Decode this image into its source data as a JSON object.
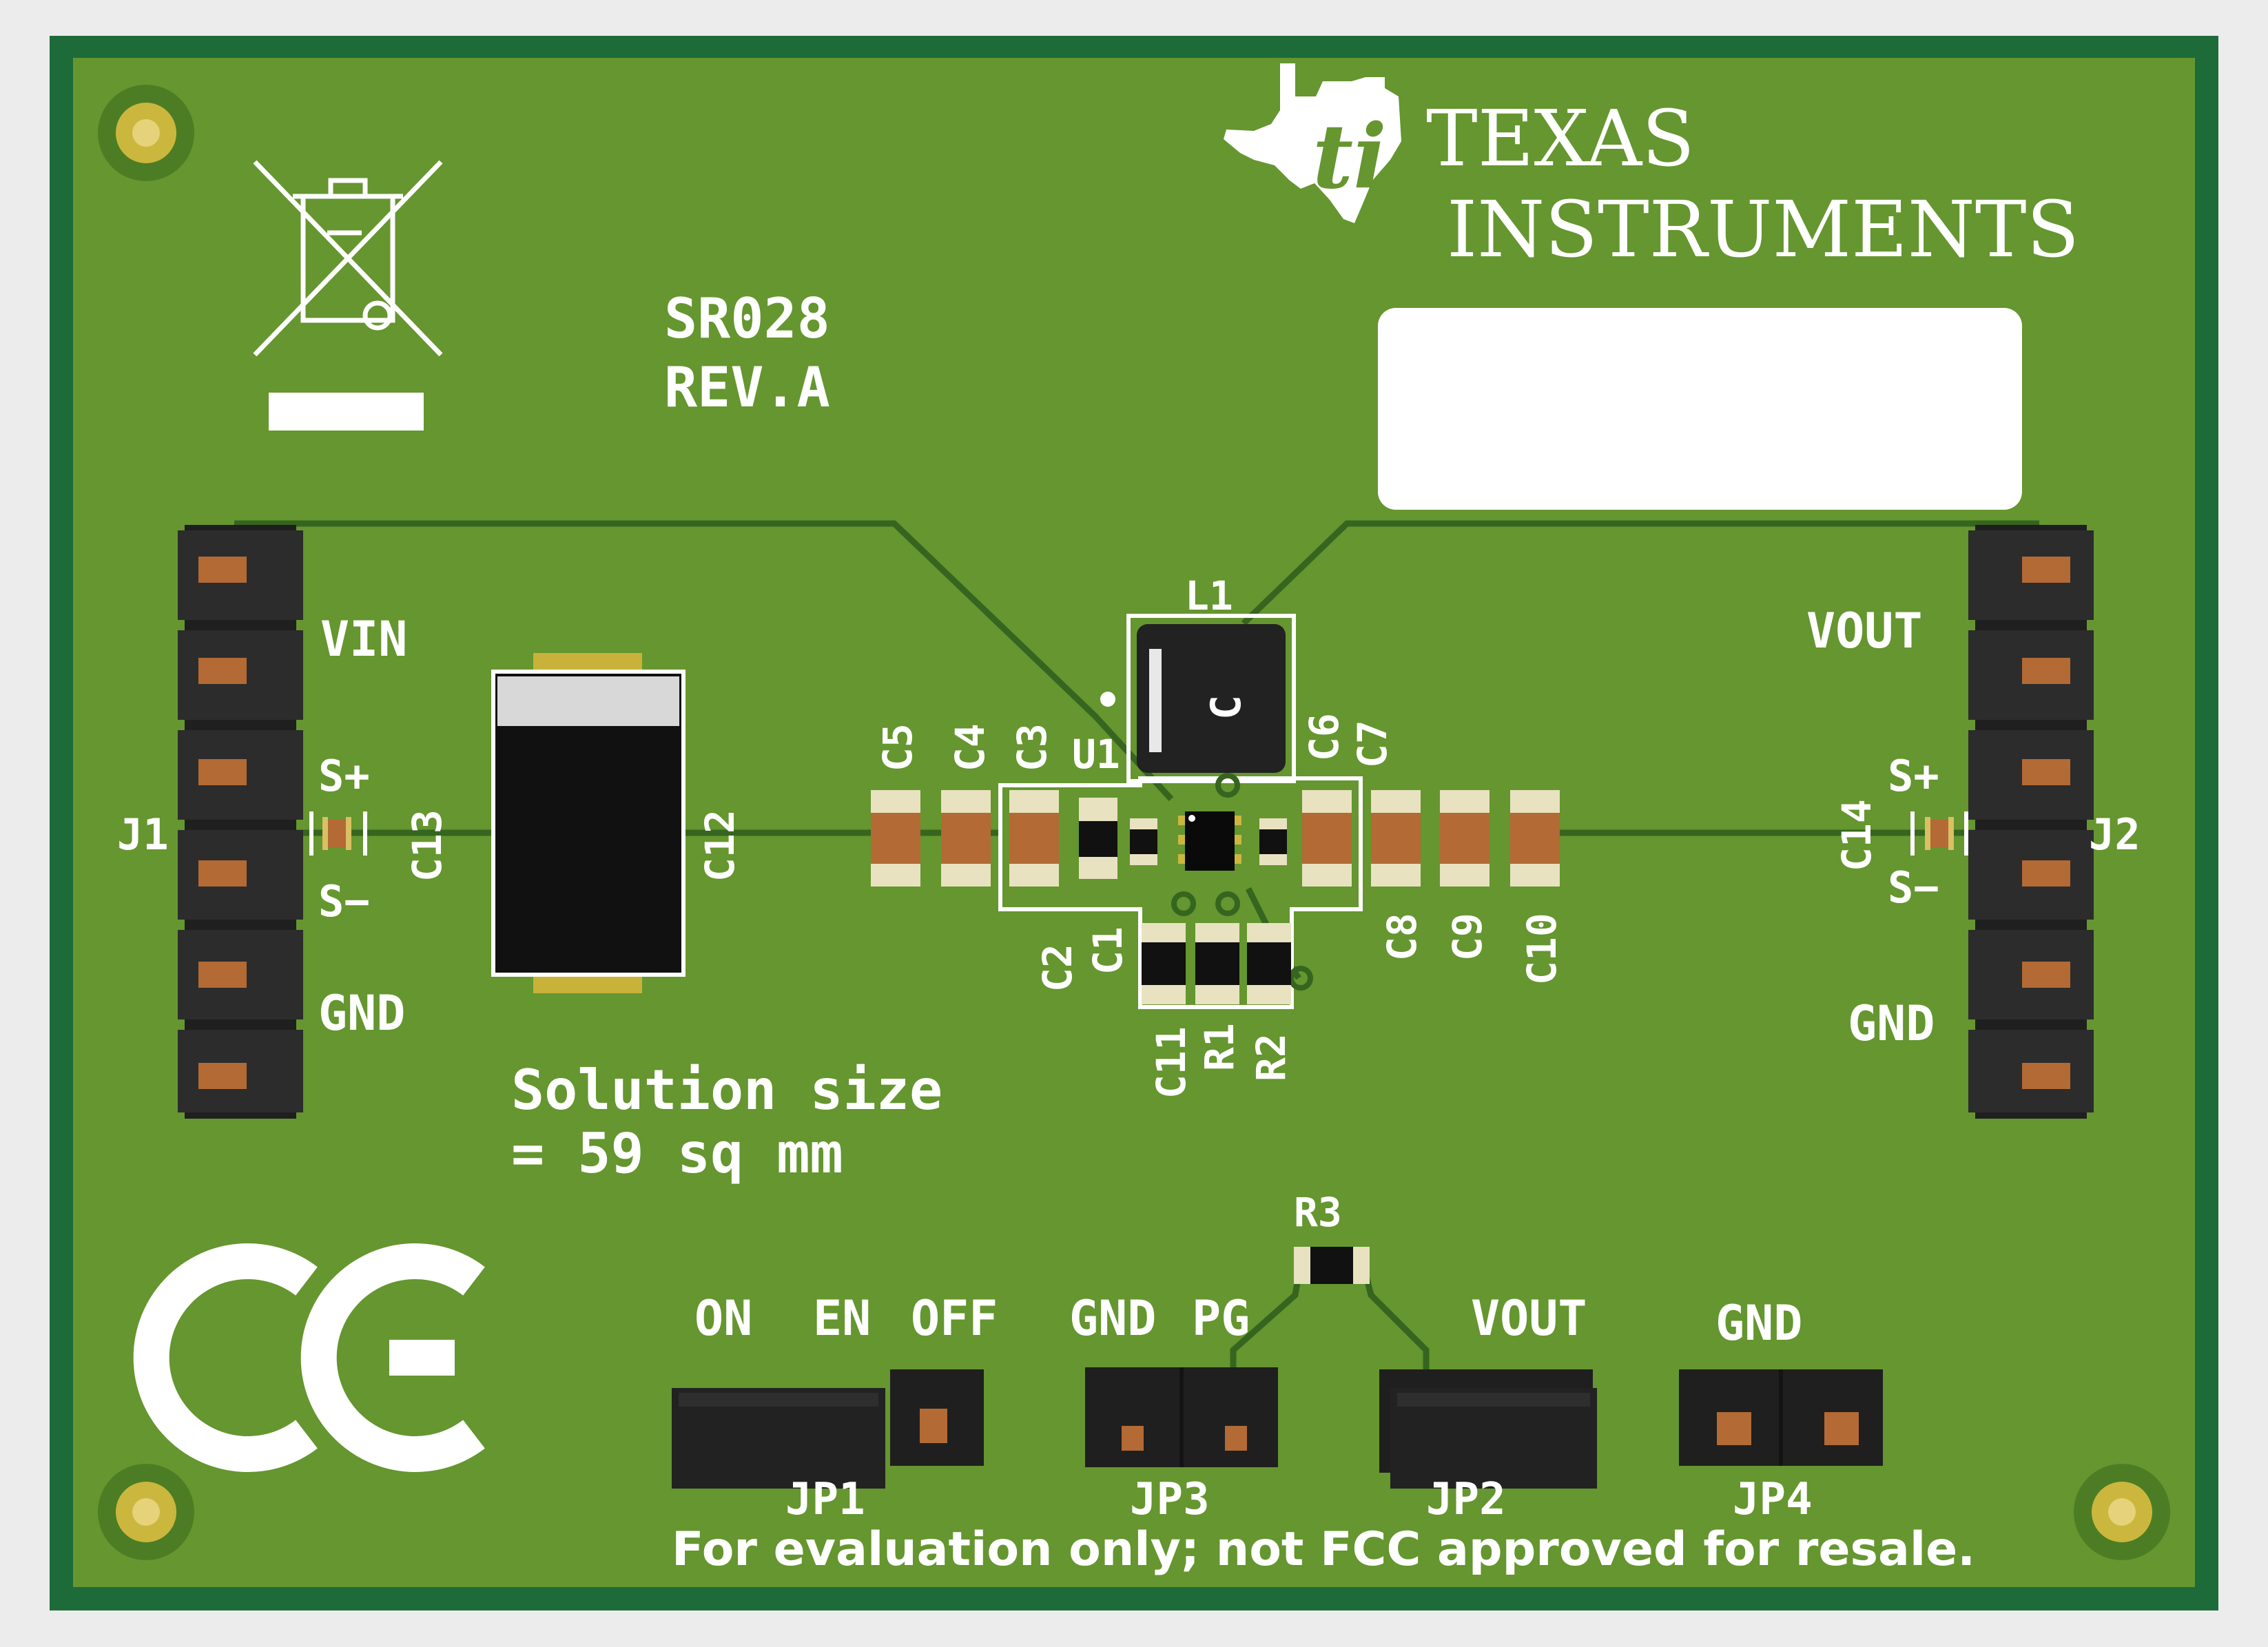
{
  "logo": {
    "line1": "TEXAS",
    "line2": "INSTRUMENTS"
  },
  "board": {
    "id": "SR028",
    "revision": "REV.A"
  },
  "solution_size": {
    "line1": "Solution size",
    "line2": "= 59 sq mm"
  },
  "disclaimer": "For evaluation only; not FCC approved for resale.",
  "connectors": {
    "j1": {
      "ref": "J1",
      "labels": [
        "VIN",
        "S+",
        "S−",
        "GND"
      ]
    },
    "j2": {
      "ref": "J2",
      "labels": [
        "VOUT",
        "S+",
        "S−",
        "GND"
      ]
    }
  },
  "components": {
    "L1": "L1",
    "L1_mark": "C",
    "U1": "U1",
    "C1": "C1",
    "C2": "C2",
    "C3": "C3",
    "C4": "C4",
    "C5": "C5",
    "C6": "C6",
    "C7": "C7",
    "C8": "C8",
    "C9": "C9",
    "C10": "C10",
    "C11": "C11",
    "C12": "C12",
    "C13": "C13",
    "C14": "C14",
    "R1": "R1",
    "R2": "R2",
    "R3": "R3"
  },
  "jumpers": {
    "jp1": {
      "ref": "JP1",
      "labels": [
        "ON",
        "EN",
        "OFF"
      ]
    },
    "jp3": {
      "ref": "JP3",
      "labels": [
        "GND",
        "PG"
      ]
    },
    "jp2": {
      "ref": "JP2",
      "labels": [
        "VOUT"
      ]
    },
    "jp4": {
      "ref": "JP4",
      "labels": [
        "GND"
      ]
    }
  },
  "marks": {
    "ce": "CE",
    "weee": "weee-bin-icon"
  },
  "colors": {
    "pcb_green": "#65962f",
    "pcb_border": "#1e6b3a",
    "trace": "#35651f",
    "silkscreen": "#ffffff",
    "gold": "#c9b23a",
    "copper": "#b36a35",
    "header_black": "#1f1f1f"
  }
}
